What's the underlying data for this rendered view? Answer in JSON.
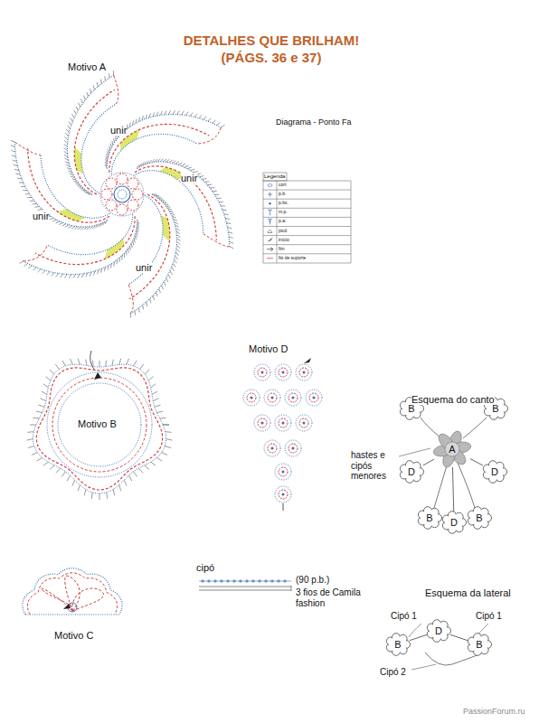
{
  "diagram": {
    "title": "DETALHES QUE BRILHAM! (PÁGS. 36 e 37)",
    "nodes": [
      {
        "text": [
          "B"
        ]
      },
      {
        "text": [
          "B"
        ]
      },
      {
        "text": [
          "A"
        ]
      },
      {
        "text": [
          "D"
        ]
      },
      {
        "text": [
          "D"
        ]
      },
      {
        "text": [
          "B"
        ]
      },
      {
        "text": [
          "D"
        ]
      },
      {
        "text": [
          "B"
        ]
      },
      {
        "text": [
          "B"
        ]
      },
      {
        "text": [
          "D"
        ]
      },
      {
        "text": [
          "B"
        ]
      }
    ],
    "edges": [
      {
        "from": 2,
        "to": 3,
        "arrow": "none"
      },
      {
        "from": 2,
        "to": 4,
        "arrow": "none"
      },
      {
        "from": 2,
        "to": 6,
        "arrow": "none"
      },
      {
        "from": 8,
        "to": 9,
        "arrow": "none"
      },
      {
        "from": 9,
        "to": 10,
        "arrow": "none"
      }
    ],
    "labels": [
      "Motivo A",
      "unir",
      "unir",
      "unir",
      "unir",
      "Diagrama - Ponto Fa",
      "Legenda",
      "Motivo B",
      "Motivo D",
      "Esquema do canto",
      "hastes e cipós menores",
      "Motivo C",
      "cipó",
      "(90 p.b.)",
      "3 fios de Camila fashion",
      "Esquema da lateral",
      "Cipó 1",
      "Cipó 1",
      "Cipó 2",
      "PassionForum.ru"
    ],
    "legend": [
      {
        "text": "corr."
      },
      {
        "text": "p.b."
      },
      {
        "text": "p.bx."
      },
      {
        "text": "m.p."
      },
      {
        "text": "p.a."
      },
      {
        "text": "picô"
      },
      {
        "text": "início"
      },
      {
        "text": "fim"
      },
      {
        "text": "fio de suporte"
      }
    ]
  }
}
